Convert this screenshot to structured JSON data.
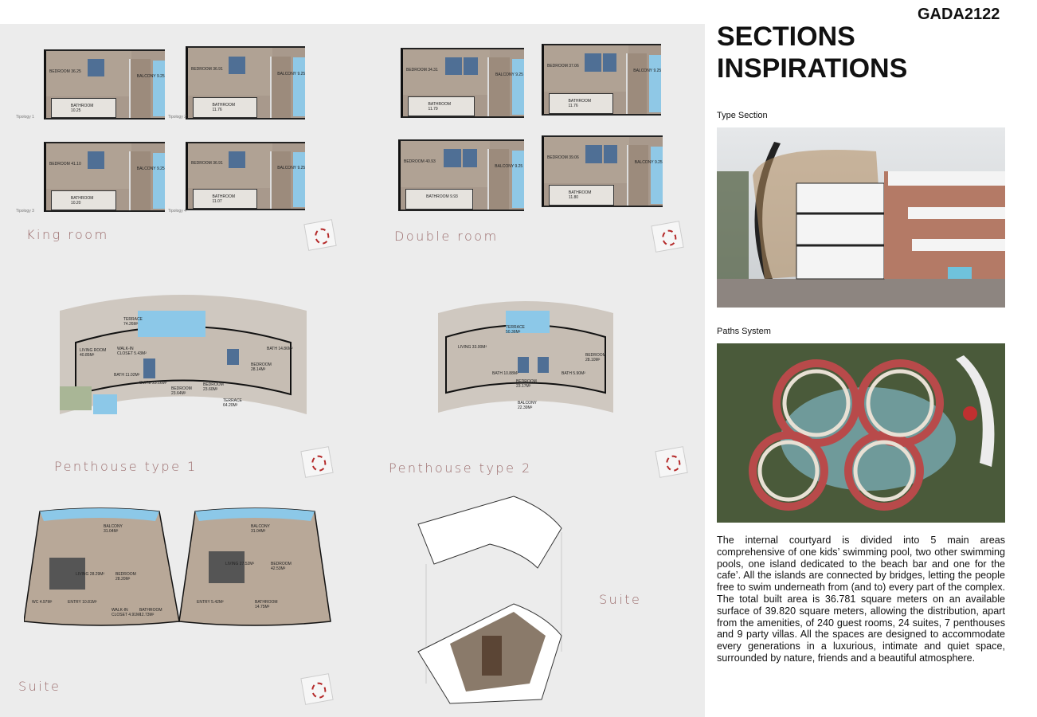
{
  "brand": "GADA2122",
  "title_line1": "SECTIONS",
  "title_line2": "INSPIRATIONS",
  "type_section_label": "Type Section",
  "paths_system_label": "Paths System",
  "paragraph": "The internal courtyard is divided into 5 main areas comprehensive of one kids’ swimming pool, two other swimming pools, one island dedicated to the beach bar and one for the cafe’. All the islands are connected by bridges, letting the people free to swim underneath from (and to) every part of the complex. The total built area is 36.781 square meters on an available surface of 39.820 square meters, allowing the distribution, apart from the amenities, of 240 guest rooms, 24 suites, 7 penthouses and 9 party villas. All the spaces are designed to accommodate every generations in a luxurious, intimate and quiet space, surrounded by nature, friends and a beautiful atmosphere.",
  "king": {
    "label": "King room",
    "plans": [
      {
        "typology": "Tipology 1",
        "bedroom": "BEDROOM 36.25",
        "bathroom": "BATHROOM 10.25",
        "balcony": "BALCONY 9.25"
      },
      {
        "typology": "Tipology 2",
        "bedroom": "BEDROOM 36.91",
        "bathroom": "BATHROOM 11.76",
        "balcony": "BALCONY 9.25"
      },
      {
        "typology": "Tipology 3",
        "bedroom": "BEDROOM 41.10",
        "bathroom": "BATHROOM 10.20",
        "balcony": "BALCONY 9.25"
      },
      {
        "typology": "Tipology 4",
        "bedroom": "BEDROOM 36.91",
        "bathroom": "BATHROOM 11.07",
        "balcony": "BALCONY 9.25"
      }
    ]
  },
  "double": {
    "label": "Double room",
    "plans": [
      {
        "bedroom": "BEDROOM 34.31",
        "bathroom": "BATHROOM 11.79",
        "balcony": "BALCONY 9.25"
      },
      {
        "bedroom": "BEDROOM 37.06",
        "bathroom": "BATHROOM 11.76",
        "balcony": "BALCONY 9.25"
      },
      {
        "bedroom": "BEDROOM 40.93",
        "bathroom": "BATHROOM 9.93",
        "balcony": "BALCONY 9.25"
      },
      {
        "bedroom": "BEDROOM 39.06",
        "bathroom": "BATHROOM 11.80",
        "balcony": "BALCONY 9.25"
      }
    ]
  },
  "penthouse1": {
    "label": "Penthouse type 1",
    "rooms": [
      "TERRACE 74.26m²",
      "LIVING ROOM 40.85m²",
      "WALK-IN CLOSET 5.43m²",
      "BATH 11.02m²",
      "SUITE 23.16m²",
      "BEDROOM 23.64m²",
      "BEDROOM 23.60m²",
      "BEDROOM 28.14m²",
      "BATH 14.86m²",
      "TERRACE 64.20m²"
    ]
  },
  "penthouse2": {
    "label": "Penthouse type 2",
    "rooms": [
      "TERRACE 50.36m²",
      "LIVING 33.00m²",
      "BATH 10.88m²",
      "BEDROOM 23.17m²",
      "BATH 5.90m²",
      "BEDROOM 28.10m²",
      "BALCONY 22.39m²"
    ]
  },
  "suite": {
    "label": "Suite",
    "axon_label": "Suite",
    "plan1": [
      "BALCONY 31.04m²",
      "LIVING 28.29m²",
      "BEDROOM 28.20m²",
      "WC 4.97m²",
      "ENTRY 10.81m²",
      "WALK-IN CLOSET 4.91m²",
      "BATHROOM 12.73m²"
    ],
    "plan2": [
      "BALCONY 31.04m²",
      "LIVING 27.52m²",
      "BEDROOM 42.53m²",
      "ENTRY 5.42m²",
      "BATHROOM 14.75m²"
    ]
  }
}
